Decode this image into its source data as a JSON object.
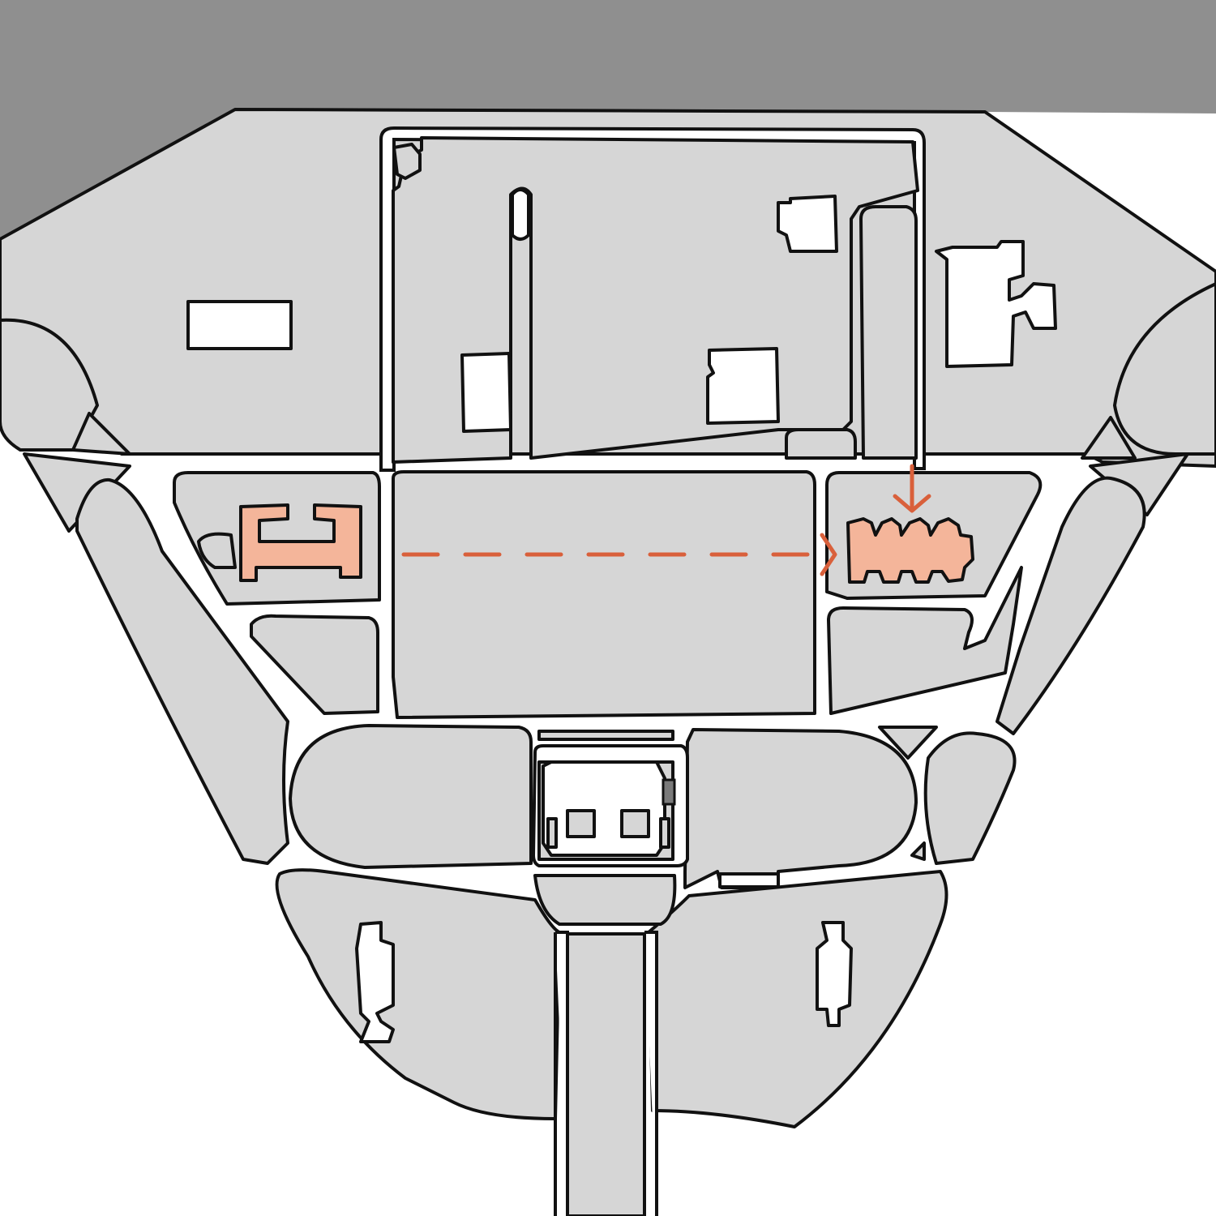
{
  "colors": {
    "water": "#8f8f8f",
    "land": "#d6d6d6",
    "road": "#ffffff",
    "outline": "#111111",
    "highlight_fill": "#f4b59a",
    "highlight_arrow": "#d9603b",
    "dark_patch": "#7a7a7a"
  },
  "map": {
    "highlighted_buildings": [
      "origin-building",
      "destination-building"
    ],
    "arrows": [
      {
        "from": "origin-building",
        "to": "destination-building",
        "style": "dashed"
      },
      {
        "from": "north-road",
        "to": "destination-building",
        "style": "solid"
      }
    ]
  }
}
